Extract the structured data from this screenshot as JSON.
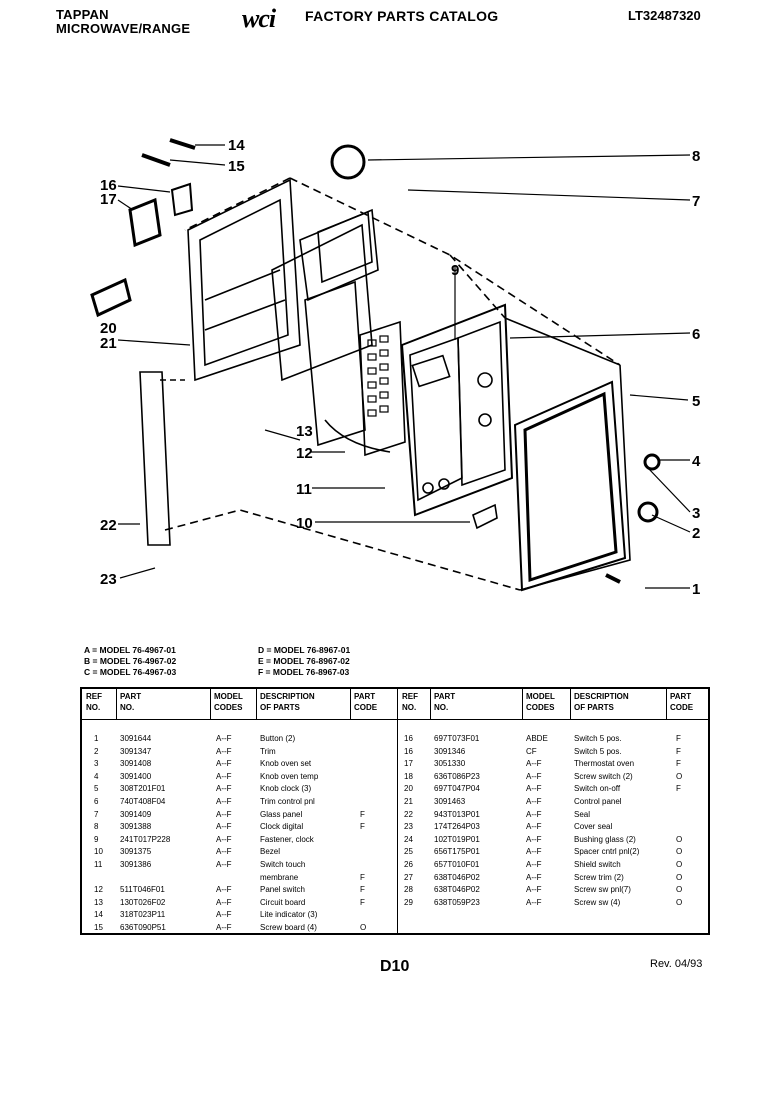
{
  "header": {
    "brand_line1": "TAPPAN",
    "brand_line2": "MICROWAVE/RANGE",
    "logo": "wci",
    "catalog_title": "FACTORY PARTS CATALOG",
    "catalog_code": "LT32487320"
  },
  "callouts": [
    "1",
    "2",
    "3",
    "4",
    "5",
    "6",
    "7",
    "8",
    "9",
    "10",
    "11",
    "12",
    "13",
    "14",
    "15",
    "16",
    "17",
    "20",
    "21",
    "22",
    "23"
  ],
  "legend": {
    "left": [
      "A = MODEL 76-4967-01",
      "B = MODEL 76-4967-02",
      "C = MODEL 76-4967-03"
    ],
    "right": [
      "D = MODEL 76-8967-01",
      "E = MODEL 76-8967-02",
      "F = MODEL 76-8967-03"
    ]
  },
  "table": {
    "headers": {
      "ref": [
        "REF",
        "NO."
      ],
      "part": [
        "PART",
        "NO."
      ],
      "model": [
        "MODEL",
        "CODES"
      ],
      "desc": [
        "DESCRIPTION",
        "OF PARTS"
      ],
      "code": [
        "PART",
        "CODE"
      ]
    },
    "left_rows": [
      {
        "ref": "1",
        "part": "3091644",
        "model": "A--F",
        "desc": "Button (2)",
        "code": ""
      },
      {
        "ref": "2",
        "part": "3091347",
        "model": "A--F",
        "desc": "Trim",
        "code": ""
      },
      {
        "ref": "3",
        "part": "3091408",
        "model": "A--F",
        "desc": "Knob oven set",
        "code": ""
      },
      {
        "ref": "4",
        "part": "3091400",
        "model": "A--F",
        "desc": "Knob oven temp",
        "code": ""
      },
      {
        "ref": "5",
        "part": "308T201F01",
        "model": "A--F",
        "desc": "Knob clock (3)",
        "code": ""
      },
      {
        "ref": "6",
        "part": "740T408F04",
        "model": "A--F",
        "desc": "Trim control pnl",
        "code": ""
      },
      {
        "ref": "7",
        "part": "3091409",
        "model": "A--F",
        "desc": "Glass panel",
        "code": "F"
      },
      {
        "ref": "8",
        "part": "3091388",
        "model": "A--F",
        "desc": "Clock digital",
        "code": "F"
      },
      {
        "ref": "9",
        "part": "241T017P228",
        "model": "A--F",
        "desc": "Fastener, clock",
        "code": ""
      },
      {
        "ref": "10",
        "part": "3091375",
        "model": "A--F",
        "desc": "Bezel",
        "code": ""
      },
      {
        "ref": "11",
        "part": "3091386",
        "model": "A--F",
        "desc": "Switch touch",
        "code": ""
      },
      {
        "ref": "",
        "part": "",
        "model": "",
        "desc": "membrane",
        "code": "F"
      },
      {
        "ref": "12",
        "part": "511T046F01",
        "model": "A--F",
        "desc": "Panel switch",
        "code": "F"
      },
      {
        "ref": "13",
        "part": "130T026F02",
        "model": "A--F",
        "desc": "Circuit board",
        "code": "F"
      },
      {
        "ref": "14",
        "part": "318T023P11",
        "model": "A--F",
        "desc": "Lite indicator (3)",
        "code": ""
      },
      {
        "ref": "15",
        "part": "636T090P51",
        "model": "A--F",
        "desc": "Screw board (4)",
        "code": "O"
      }
    ],
    "right_rows": [
      {
        "ref": "16",
        "part": "697T073F01",
        "model": "ABDE",
        "desc": "Switch 5 pos.",
        "code": "F"
      },
      {
        "ref": "16",
        "part": "3091346",
        "model": "CF",
        "desc": "Switch 5 pos.",
        "code": "F"
      },
      {
        "ref": "17",
        "part": "3051330",
        "model": "A--F",
        "desc": "Thermostat oven",
        "code": "F"
      },
      {
        "ref": "18",
        "part": "636T086P23",
        "model": "A--F",
        "desc": "Screw switch (2)",
        "code": "O"
      },
      {
        "ref": "20",
        "part": "697T047P04",
        "model": "A--F",
        "desc": "Switch on-off",
        "code": "F"
      },
      {
        "ref": "21",
        "part": "3091463",
        "model": "A--F",
        "desc": "Control panel",
        "code": ""
      },
      {
        "ref": "22",
        "part": "943T013P01",
        "model": "A--F",
        "desc": "Seal",
        "code": ""
      },
      {
        "ref": "23",
        "part": "174T264P03",
        "model": "A--F",
        "desc": "Cover seal",
        "code": ""
      },
      {
        "ref": "24",
        "part": "102T019P01",
        "model": "A--F",
        "desc": "Bushing glass (2)",
        "code": "O"
      },
      {
        "ref": "25",
        "part": "656T175P01",
        "model": "A--F",
        "desc": "Spacer cntrl pnl(2)",
        "code": "O"
      },
      {
        "ref": "26",
        "part": "657T010F01",
        "model": "A--F",
        "desc": "Shield switch",
        "code": "O"
      },
      {
        "ref": "27",
        "part": "638T046P02",
        "model": "A--F",
        "desc": "Screw trim (2)",
        "code": "O"
      },
      {
        "ref": "28",
        "part": "638T046P02",
        "model": "A--F",
        "desc": "Screw sw pnl(7)",
        "code": "O"
      },
      {
        "ref": "29",
        "part": "638T059P23",
        "model": "A--F",
        "desc": "Screw sw (4)",
        "code": "O"
      }
    ]
  },
  "footer": {
    "page": "D10",
    "revision": "Rev. 04/93"
  }
}
